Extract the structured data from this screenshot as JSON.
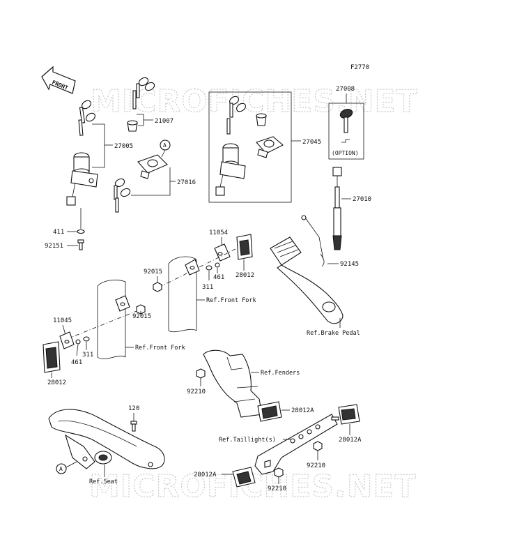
{
  "figure_code": "F2770",
  "front_marker": "FRONT",
  "watermark": "MICROFICHES.NET",
  "option_note": "(OPTION)",
  "callout_letter": "A",
  "parts": {
    "p27008": "27008",
    "p21007": "21007",
    "p27005": "27005",
    "p27045": "27045",
    "p27016": "27016",
    "p27010": "27010",
    "p411": "411",
    "p92151": "92151",
    "p11054": "11054",
    "p92015a": "92015",
    "p461a": "461",
    "p311a": "311",
    "p28012a": "28012",
    "p92145": "92145",
    "p92015b": "92015",
    "p11045": "11045",
    "p311b": "311",
    "p461b": "461",
    "p28012b": "28012",
    "p120": "120",
    "p92210a": "92210",
    "p28012A_a": "28012A",
    "p28012A_b": "28012A",
    "p92210b": "92210",
    "p28012A_c": "28012A",
    "p92210c": "92210"
  },
  "refs": {
    "front_fork_1": "Ref.Front Fork",
    "front_fork_2": "Ref.Front Fork",
    "brake_pedal": "Ref.Brake Pedal",
    "fenders": "Ref.Fenders",
    "taillight": "Ref.Taillight(s)",
    "seat": "Ref.Seat"
  }
}
